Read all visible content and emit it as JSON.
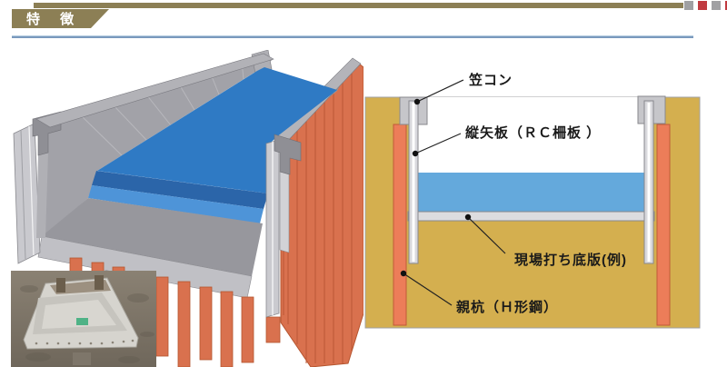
{
  "slide": {
    "title": "特 徴"
  },
  "header": {
    "accent_color": "#8C7F55",
    "divider_color": "#7A99BD",
    "decor_squares": [
      "#A0A0A3",
      "#C03A40",
      "#A0A0A3",
      "#C03A40"
    ]
  },
  "cross_section": {
    "labels": {
      "cap_concrete": "笠コン",
      "sheet_board": "縦矢板（ＲＣ柵板 ）",
      "bottom_slab": "現場打ち底版(例)",
      "parent_pile": "親杭（Ｈ形鋼）"
    },
    "colors": {
      "soil": "#D4AF4F",
      "pile_orange": "#EC7D59",
      "water_blue": "#64A9DC",
      "concrete_gray": "#D9D9DD"
    }
  }
}
